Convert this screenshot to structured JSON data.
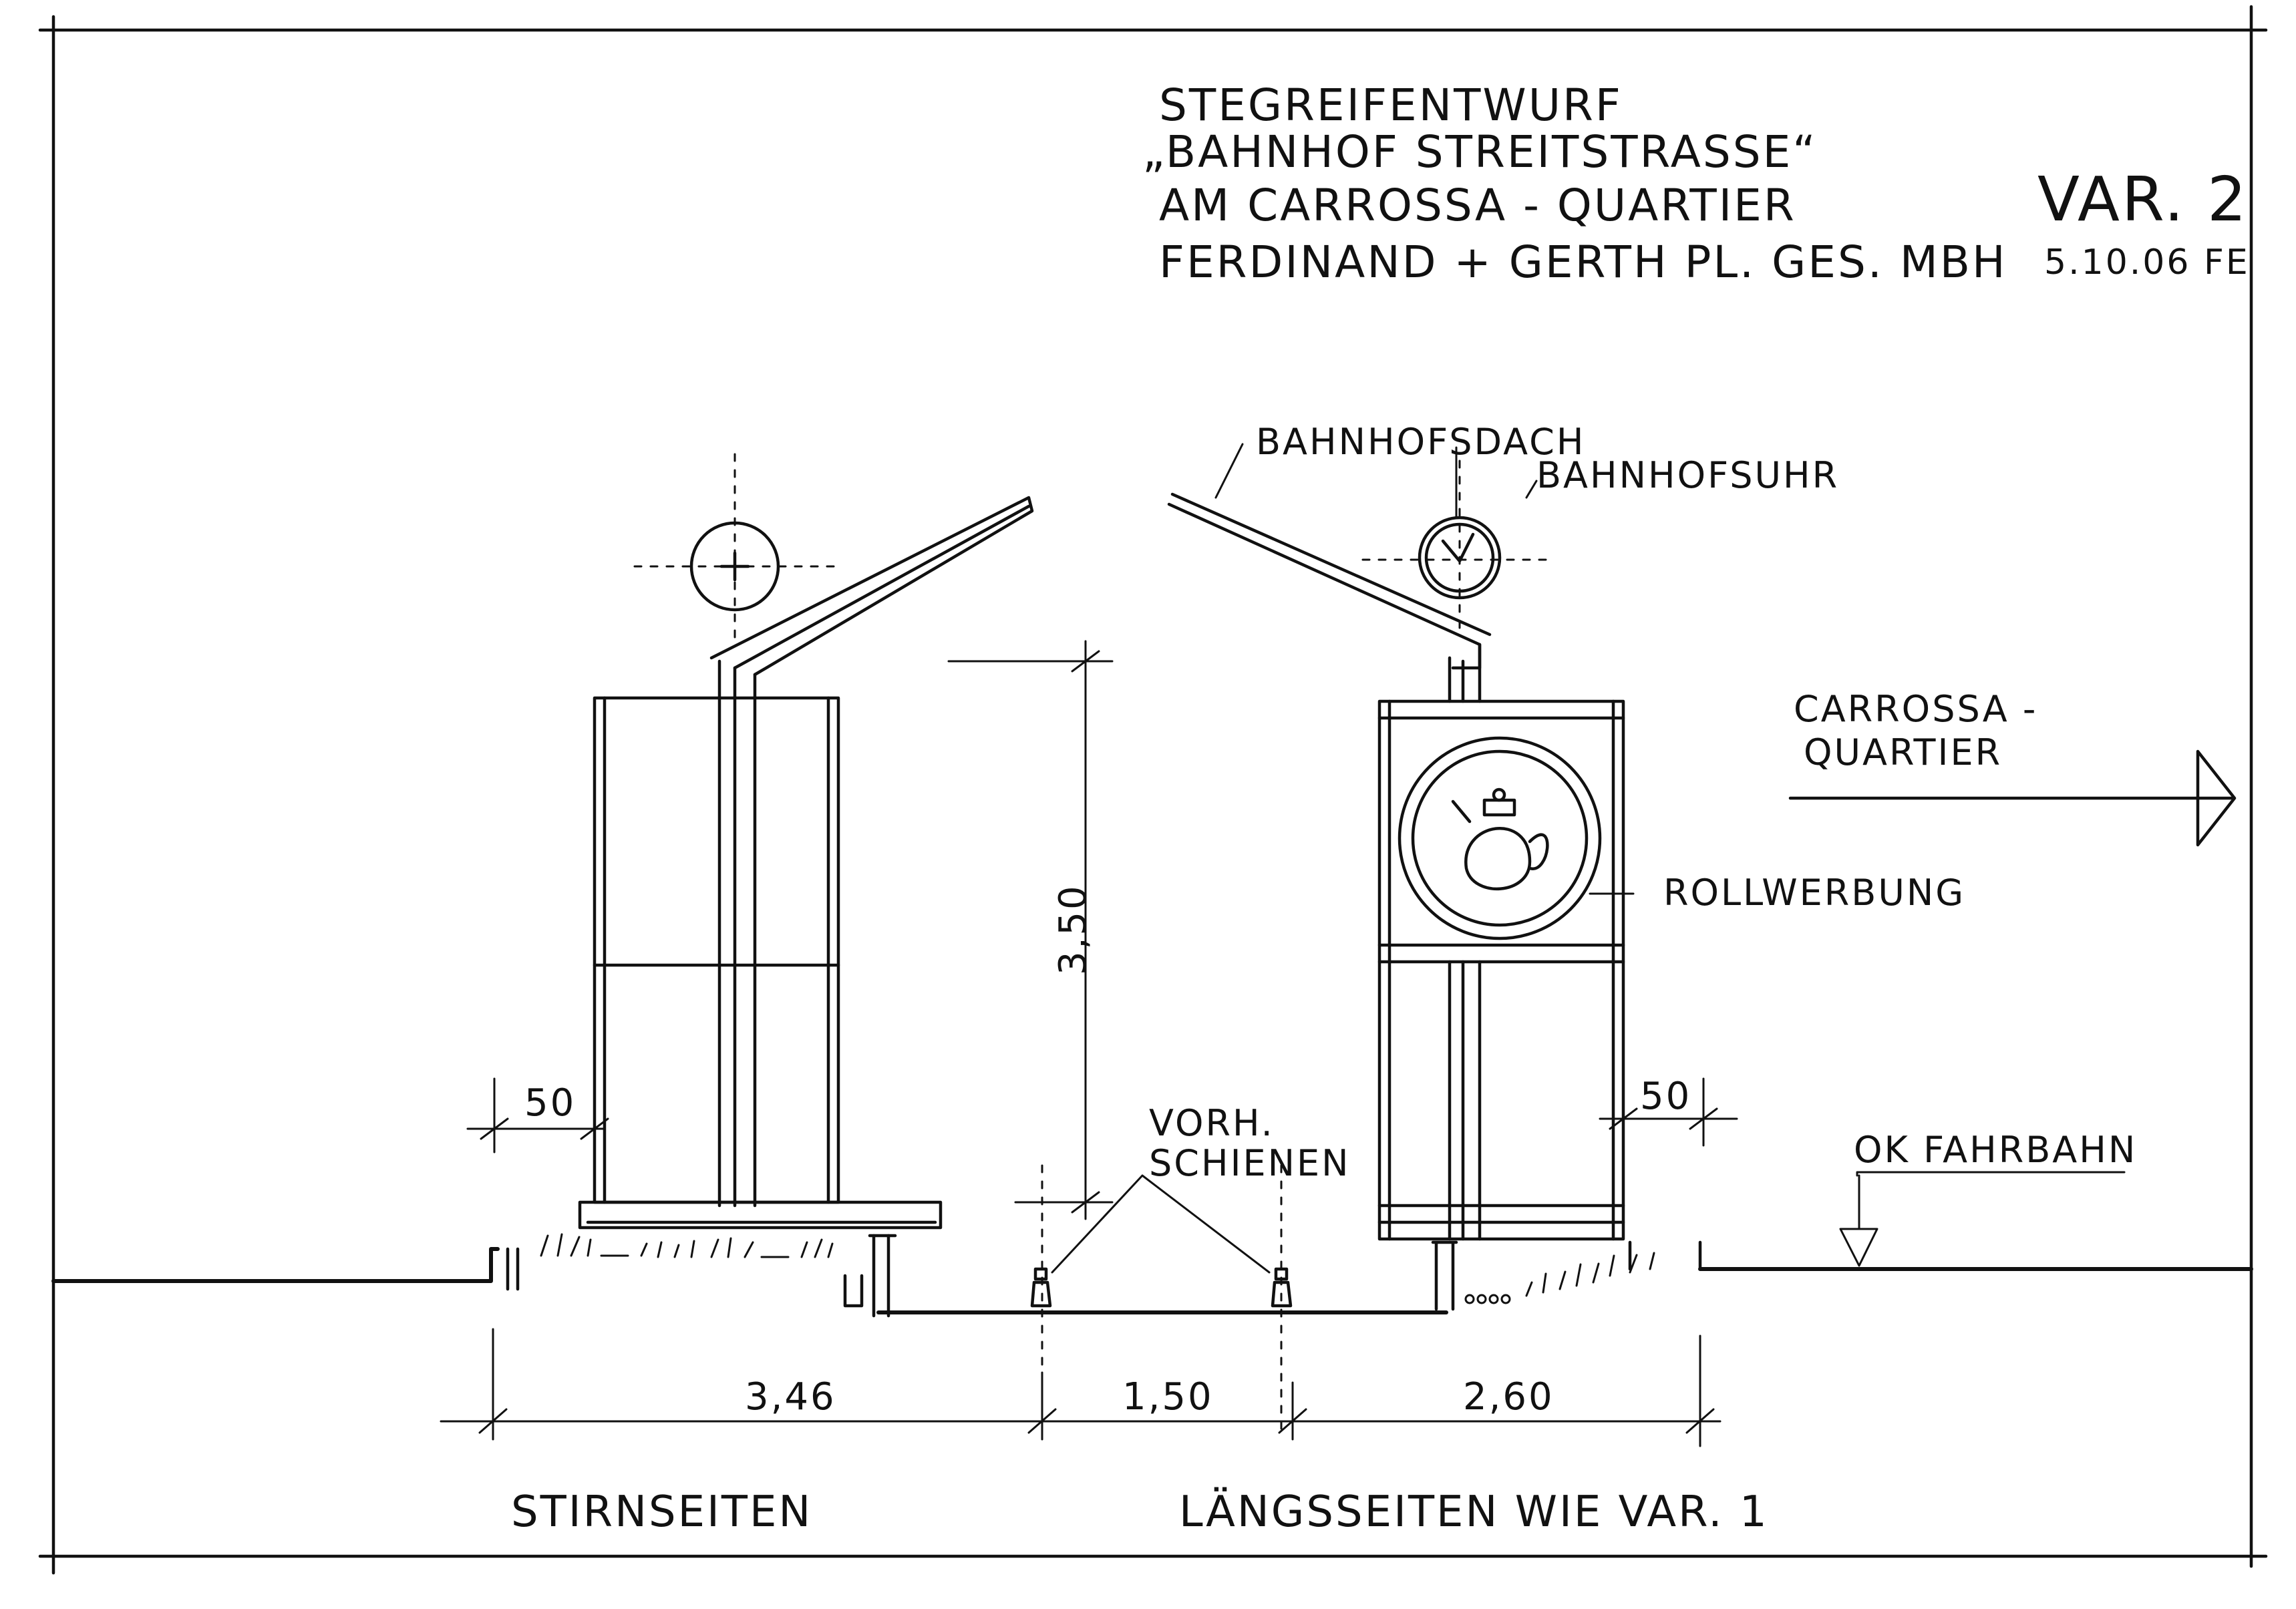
{
  "title_block": {
    "line1": "STEGREIFENTWURF",
    "line2": "„BAHNHOF STREITSTRASSE“",
    "line3": "AM CARROSSA - QUARTIER",
    "line4": "FERDINAND + GERTH PL. GES. MBH",
    "variant": "VAR. 2",
    "date": "5.10.06 FE"
  },
  "labels": {
    "roof": "BAHNHOFSDACH",
    "clock": "BAHNHOFSUHR",
    "quarter_line1": "CARROSSA -",
    "quarter_line2": "QUARTIER",
    "ad": "ROLLWERBUNG",
    "rails_line1": "VORH.",
    "rails_line2": "SCHIENEN",
    "road_level": "OK FAHRBAHN"
  },
  "dimensions": {
    "height": "3,50",
    "left_offset": "50",
    "right_offset": "50",
    "span_left": "3,46",
    "span_mid": "1,50",
    "span_right": "2,60"
  },
  "footer": {
    "left": "STIRNSEITEN",
    "right": "LÄNGSSEITEN WIE VAR. 1"
  }
}
